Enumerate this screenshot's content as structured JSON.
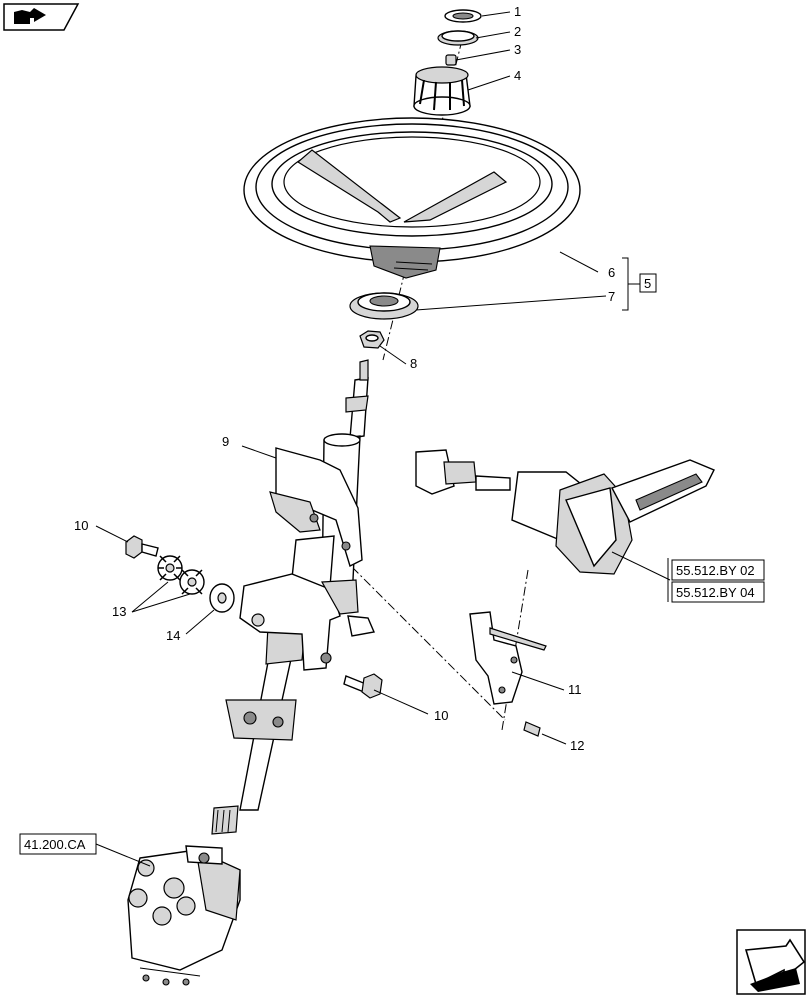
{
  "callouts": [
    {
      "id": "1",
      "text": "1"
    },
    {
      "id": "2",
      "text": "2"
    },
    {
      "id": "3",
      "text": "3"
    },
    {
      "id": "4",
      "text": "4"
    },
    {
      "id": "6",
      "text": "6"
    },
    {
      "id": "7",
      "text": "7"
    },
    {
      "id": "5",
      "text": "5"
    },
    {
      "id": "8",
      "text": "8"
    },
    {
      "id": "9",
      "text": "9"
    },
    {
      "id": "10a",
      "text": "10"
    },
    {
      "id": "13",
      "text": "13"
    },
    {
      "id": "14",
      "text": "14"
    },
    {
      "id": "10b",
      "text": "10"
    },
    {
      "id": "11",
      "text": "11"
    },
    {
      "id": "12",
      "text": "12"
    }
  ],
  "references": {
    "ref1": "55.512.BY 02",
    "ref2": "55.512.BY 04",
    "ref3": "41.200.CA"
  },
  "icons": {
    "top_left": "folder-arrow-icon",
    "bottom_right": "next-page-arrow-icon"
  }
}
